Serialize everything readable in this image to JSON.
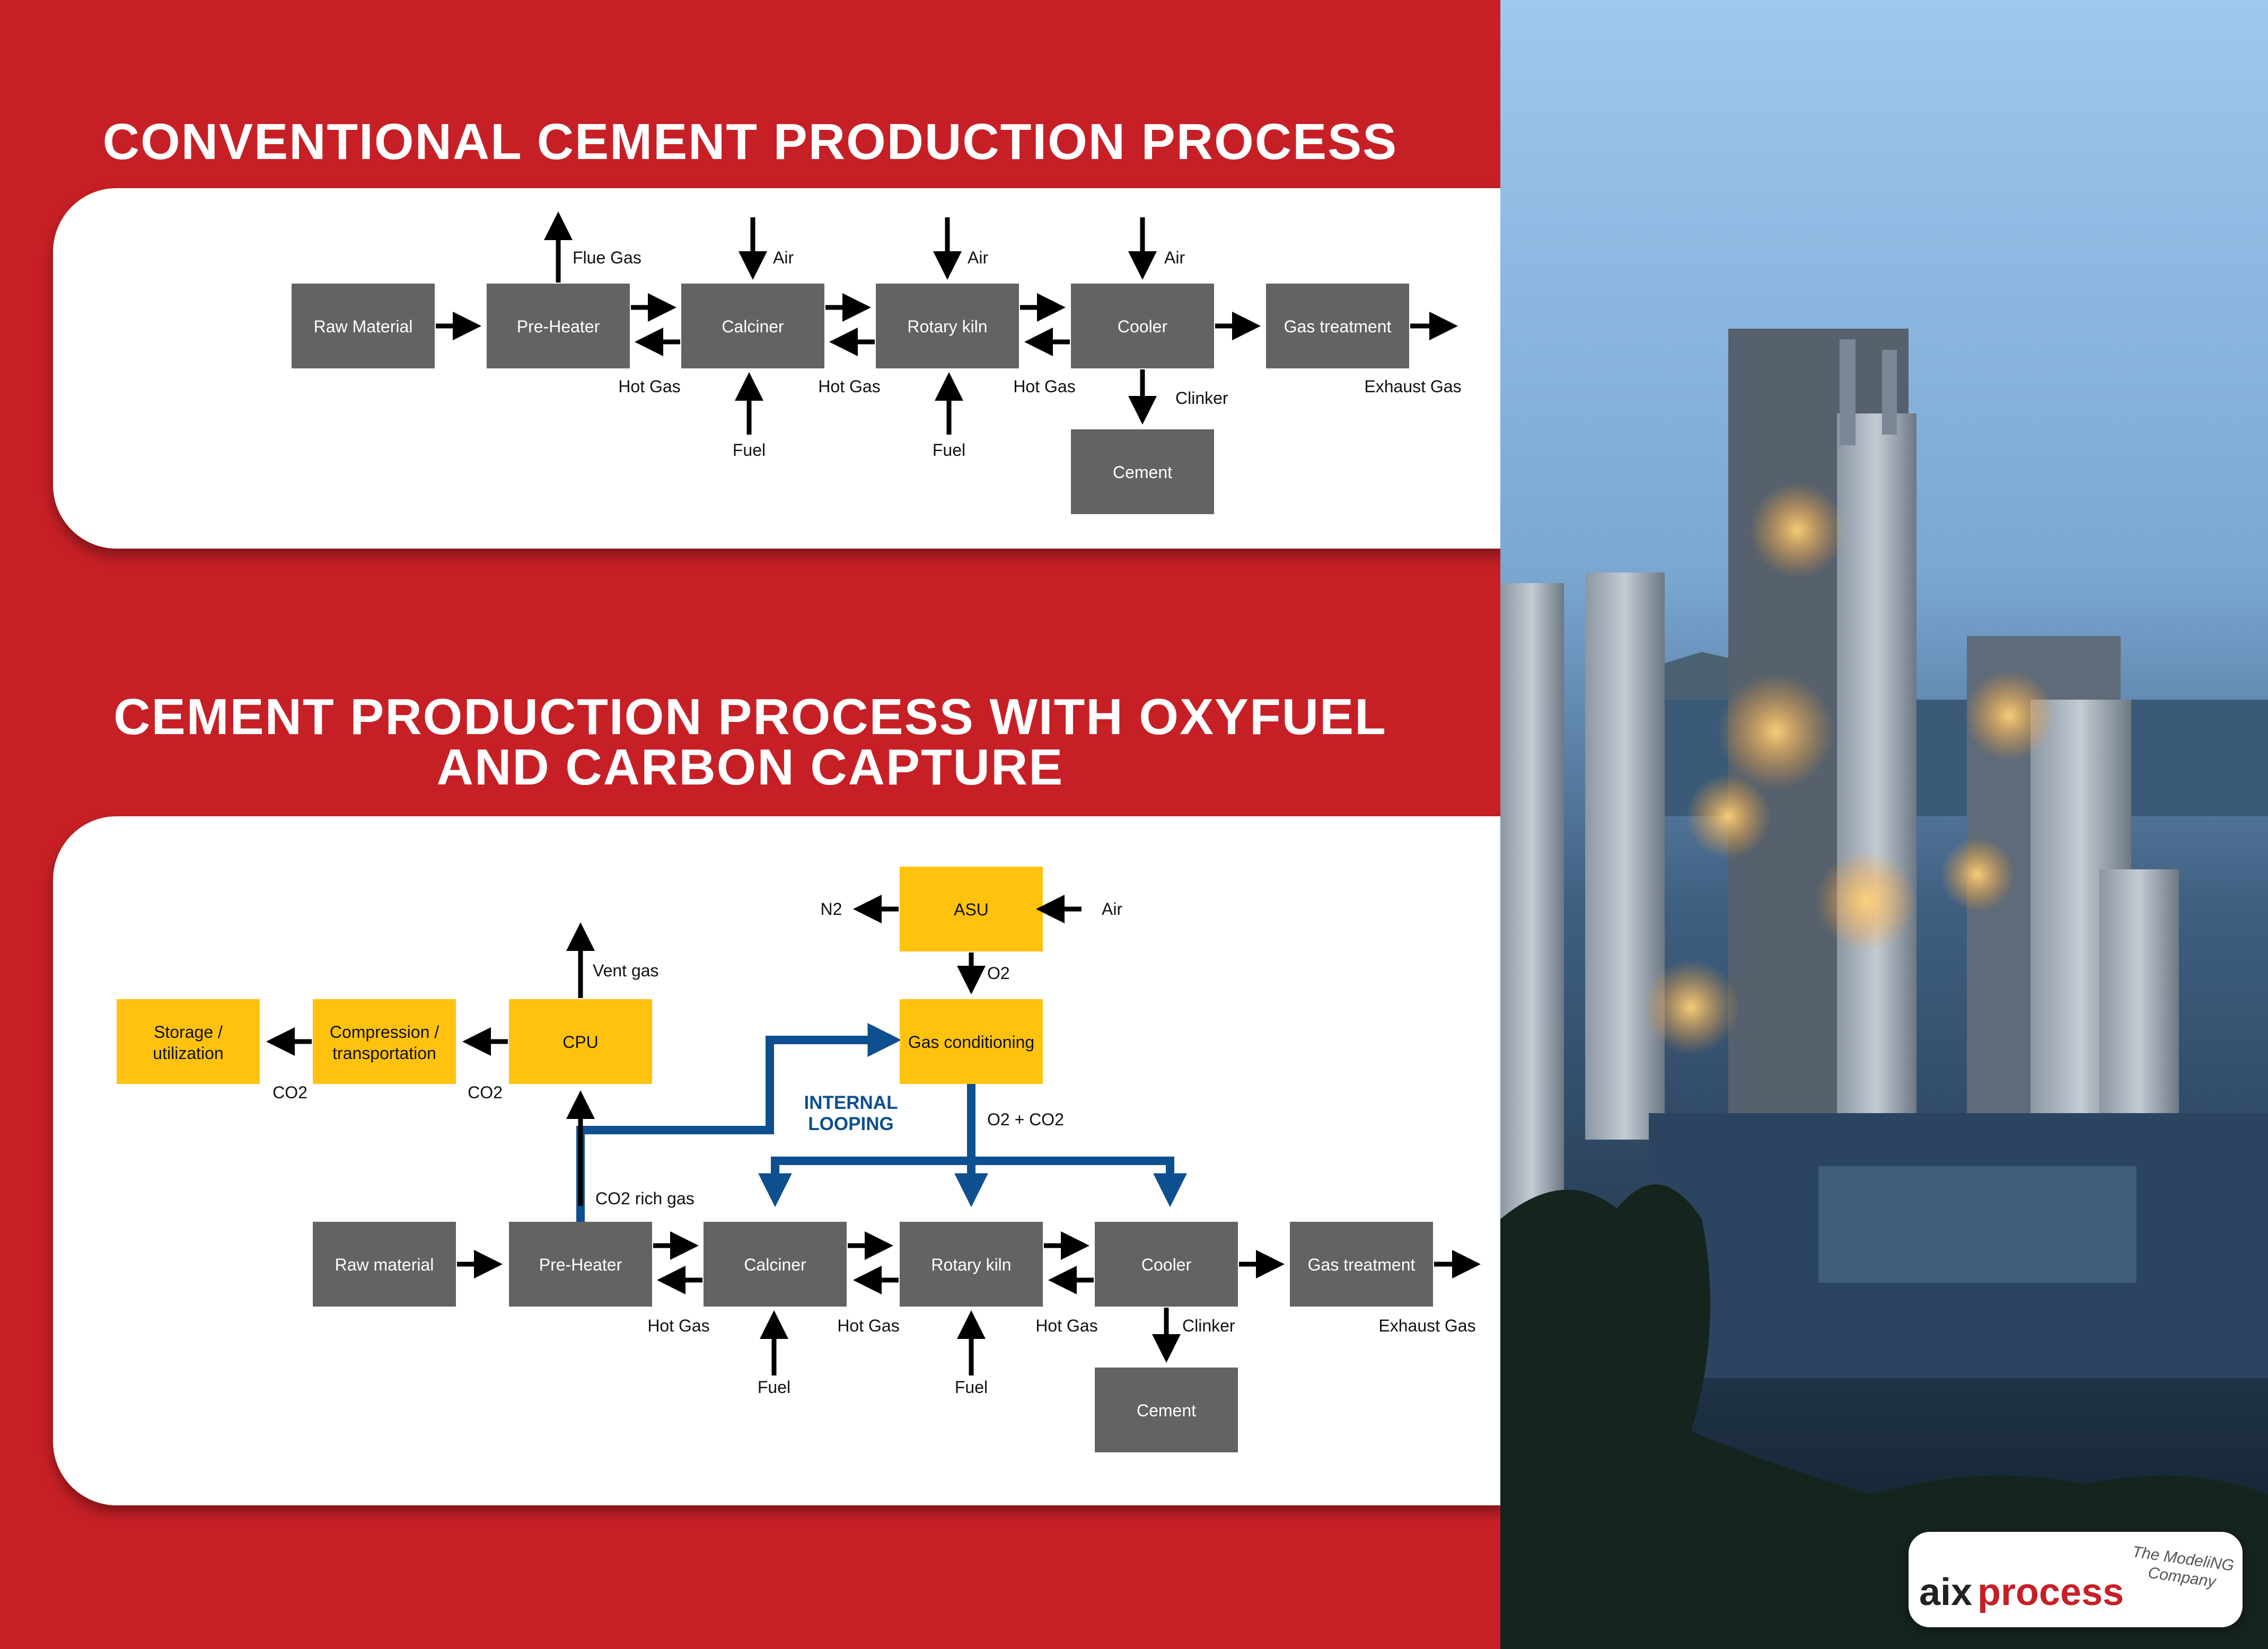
{
  "conventional": {
    "title": "CONVENTIONAL CEMENT PRODUCTION PROCESS",
    "boxes": {
      "raw_material": "Raw Material",
      "pre_heater": "Pre-Heater",
      "calciner": "Calciner",
      "rotary_kiln": "Rotary kiln",
      "cooler": "Cooler",
      "gas_treatment": "Gas treatment",
      "cement": "Cement"
    },
    "labels": {
      "flue_gas": "Flue Gas",
      "air": "Air",
      "hot_gas": "Hot Gas",
      "fuel": "Fuel",
      "clinker": "Clinker",
      "exhaust_gas": "Exhaust Gas"
    }
  },
  "oxyfuel": {
    "title_line1": "CEMENT PRODUCTION PROCESS WITH OXYFUEL",
    "title_line2": "AND CARBON CAPTURE",
    "boxes": {
      "asu": "ASU",
      "gas_conditioning": "Gas conditioning",
      "cpu": "CPU",
      "compression_line1": "Compression /",
      "compression_line2": "transportation",
      "storage_line1": "Storage /",
      "storage_line2": "utilization",
      "raw_material": "Raw material",
      "pre_heater": "Pre-Heater",
      "calciner": "Calciner",
      "rotary_kiln": "Rotary kiln",
      "cooler": "Cooler",
      "gas_treatment": "Gas treatment",
      "cement": "Cement"
    },
    "labels": {
      "n2": "N2",
      "air": "Air",
      "o2": "O2",
      "vent_gas": "Vent gas",
      "co2": "CO2",
      "internal_looping_line1": "INTERNAL",
      "internal_looping_line2": "LOOPING",
      "o2_co2": "O2 + CO2",
      "co2_rich_gas": "CO2 rich gas",
      "hot_gas": "Hot Gas",
      "fuel": "Fuel",
      "clinker": "Clinker",
      "exhaust_gas": "Exhaust Gas"
    }
  },
  "logo": {
    "brand_prefix": "aix",
    "brand_suffix": "process",
    "tagline_line1": "The ModeliNG",
    "tagline_line2": "Company"
  },
  "colors": {
    "background_red": "#c62026",
    "process_box": "#636363",
    "capture_box": "#ffc20e",
    "looping_blue": "#0e4f8f",
    "brand_red": "#c62026"
  }
}
